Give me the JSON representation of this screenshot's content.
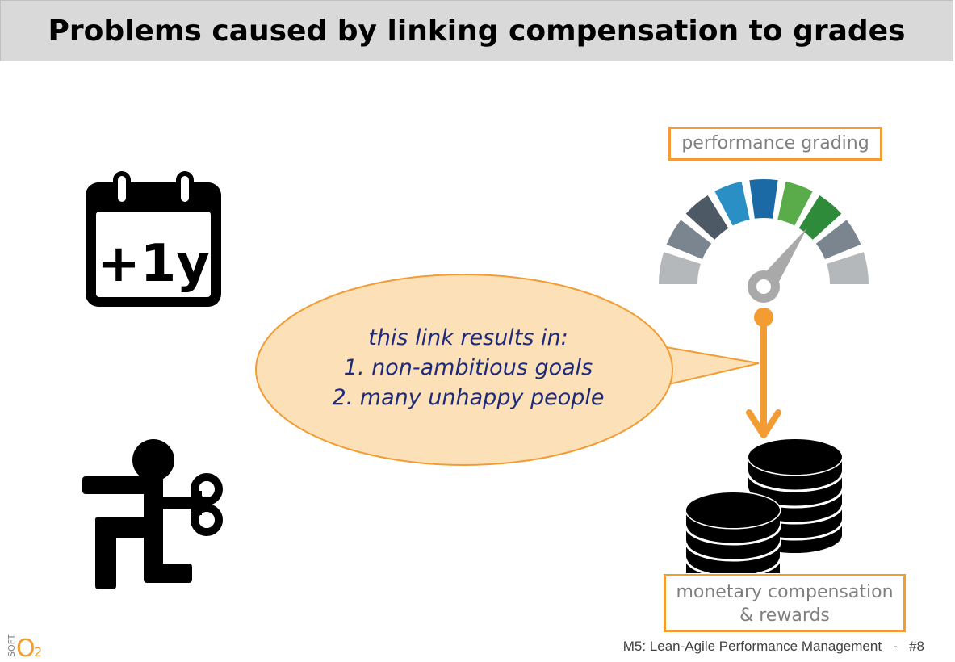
{
  "slide": {
    "title": "Problems caused by linking compensation to grades",
    "calendar_text": "+1y",
    "bubble": {
      "lines": [
        "this link results in:",
        "1. non-ambitious goals",
        "2. many unhappy people"
      ]
    },
    "performance_label": "performance grading",
    "compensation_label_line1": "monetary compensation",
    "compensation_label_line2": "& rewards",
    "footer": {
      "title": "M5: Lean-Agile Performance Management",
      "separator": "-",
      "page": "#8"
    },
    "logo": {
      "word1": "SOFT",
      "word2": "O",
      "subscript": "2"
    }
  },
  "icons": [
    "calendar-icon",
    "wind-up-person-icon",
    "gauge-icon",
    "coin-stack-icon",
    "speech-bubble"
  ],
  "colors": {
    "accent_orange": "#f39c33",
    "bubble_fill": "#fbe0b8",
    "text_blue": "#1f2a7a"
  }
}
